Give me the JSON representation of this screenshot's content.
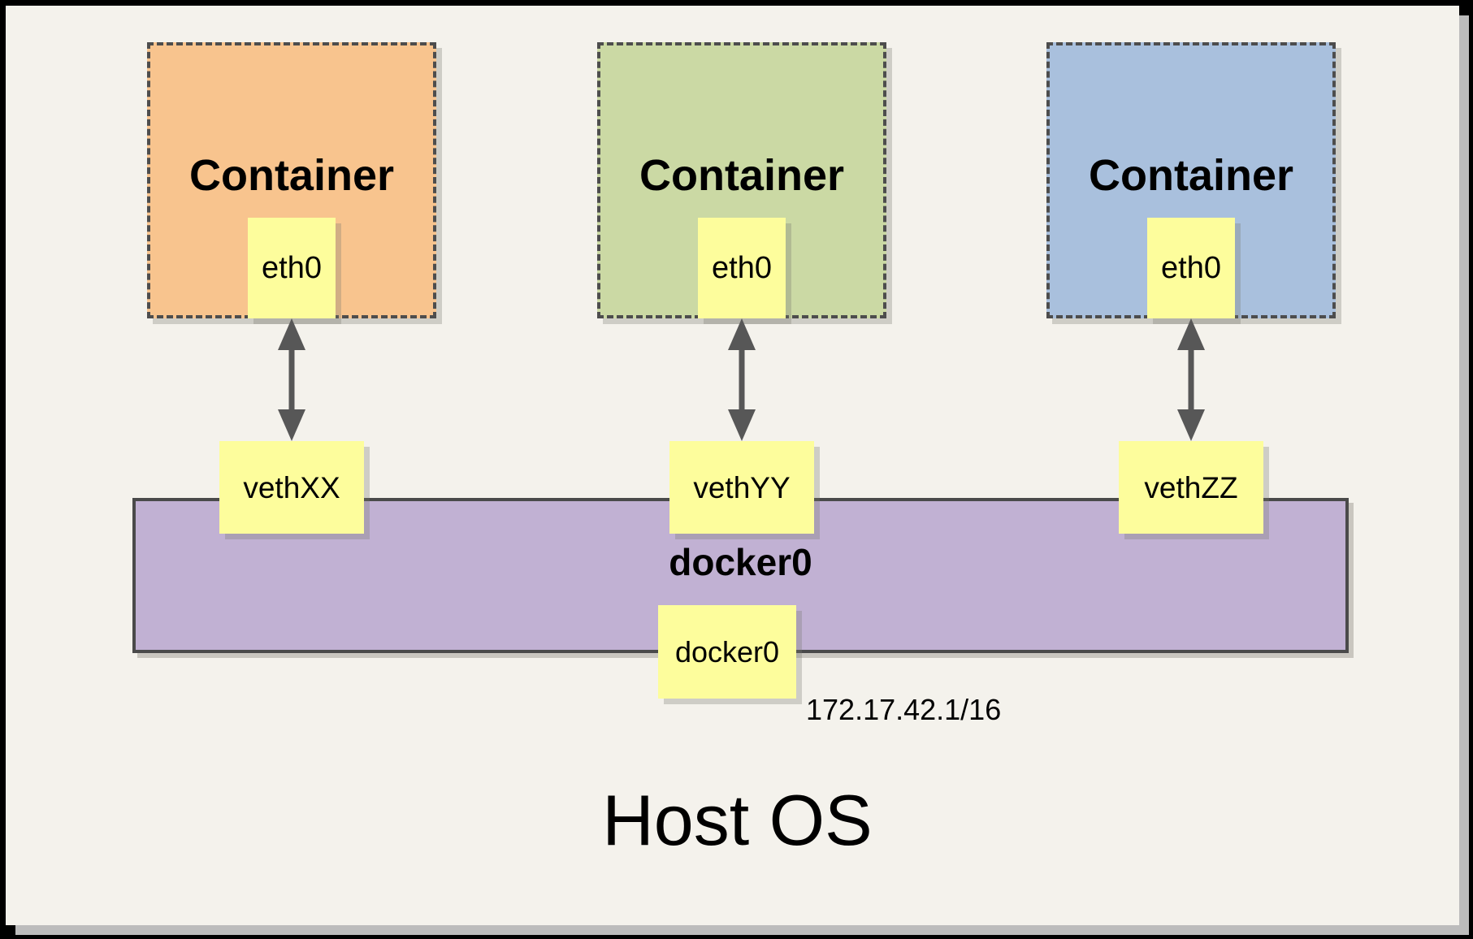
{
  "diagram": {
    "host_os_label": "Host OS",
    "containers": [
      {
        "label": "Container",
        "interface": "eth0",
        "veth": "vethXX",
        "fill": "#f8c48e"
      },
      {
        "label": "Container",
        "interface": "eth0",
        "veth": "vethYY",
        "fill": "#cbd9a4"
      },
      {
        "label": "Container",
        "interface": "eth0",
        "veth": "vethZZ",
        "fill": "#a9c0dd"
      }
    ],
    "bridge": {
      "name": "docker0",
      "interface_label": "docker0",
      "ip": "172.17.42.1/16",
      "fill": "#c1b1d3"
    },
    "colors": {
      "slide_background": "#f4f2ec",
      "chip_fill": "#fdfd9c",
      "dashed_border": "#4d4d4d",
      "arrow": "#575757",
      "frame": "#000000",
      "slide_shadow": "#bcbcbc"
    }
  }
}
